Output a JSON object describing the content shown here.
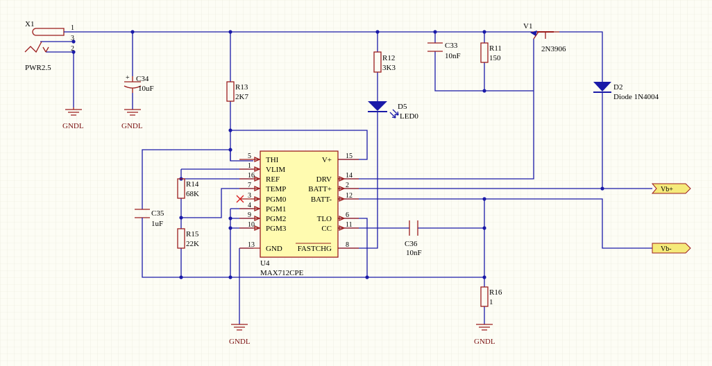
{
  "connector": {
    "ref": "X1",
    "value": "PWR2.5",
    "pins": [
      "1",
      "3",
      "2"
    ]
  },
  "caps": {
    "c34": {
      "ref": "C34",
      "value": "10uF",
      "polarity": "+"
    },
    "c35": {
      "ref": "C35",
      "value": "1uF"
    },
    "c33": {
      "ref": "C33",
      "value": "10nF"
    },
    "c36": {
      "ref": "C36",
      "value": "10nF"
    }
  },
  "resistors": {
    "r13": {
      "ref": "R13",
      "value": "2K7"
    },
    "r12": {
      "ref": "R12",
      "value": "3K3"
    },
    "r11": {
      "ref": "R11",
      "value": "150"
    },
    "r14": {
      "ref": "R14",
      "value": "68K"
    },
    "r15": {
      "ref": "R15",
      "value": "22K"
    },
    "r16": {
      "ref": "R16",
      "value": "1"
    }
  },
  "led": {
    "ref": "D5",
    "value": "LED0"
  },
  "diode": {
    "ref": "D2",
    "value": "Diode 1N4004"
  },
  "transistor": {
    "ref": "V1",
    "value": "2N3906"
  },
  "ic": {
    "ref": "U4",
    "value": "MAX712CPE",
    "left_pins": [
      {
        "num": "5",
        "name": "THI"
      },
      {
        "num": "1",
        "name": "VLIM"
      },
      {
        "num": "16",
        "name": "REF"
      },
      {
        "num": "7",
        "name": "TEMP"
      },
      {
        "num": "3",
        "name": "PGM0"
      },
      {
        "num": "4",
        "name": "PGM1"
      },
      {
        "num": "9",
        "name": "PGM2"
      },
      {
        "num": "10",
        "name": "PGM3"
      },
      {
        "num": "13",
        "name": "GND"
      }
    ],
    "right_pins": [
      {
        "num": "15",
        "name": "V+"
      },
      {
        "num": "14",
        "name": "DRV"
      },
      {
        "num": "2",
        "name": "BATT+"
      },
      {
        "num": "12",
        "name": "BATT-"
      },
      {
        "num": "6",
        "name": "TLO"
      },
      {
        "num": "11",
        "name": "CC"
      },
      {
        "num": "8",
        "name": "FASTCHG"
      }
    ]
  },
  "ground_label": "GNDL",
  "ports": {
    "vbp": "Vb+",
    "vbm": "Vb-"
  },
  "colors": {
    "wire": "#1a1aa8",
    "component": "#9b1c1c",
    "port_fill": "#f5ea7a",
    "grid": "#e8e8d8"
  }
}
